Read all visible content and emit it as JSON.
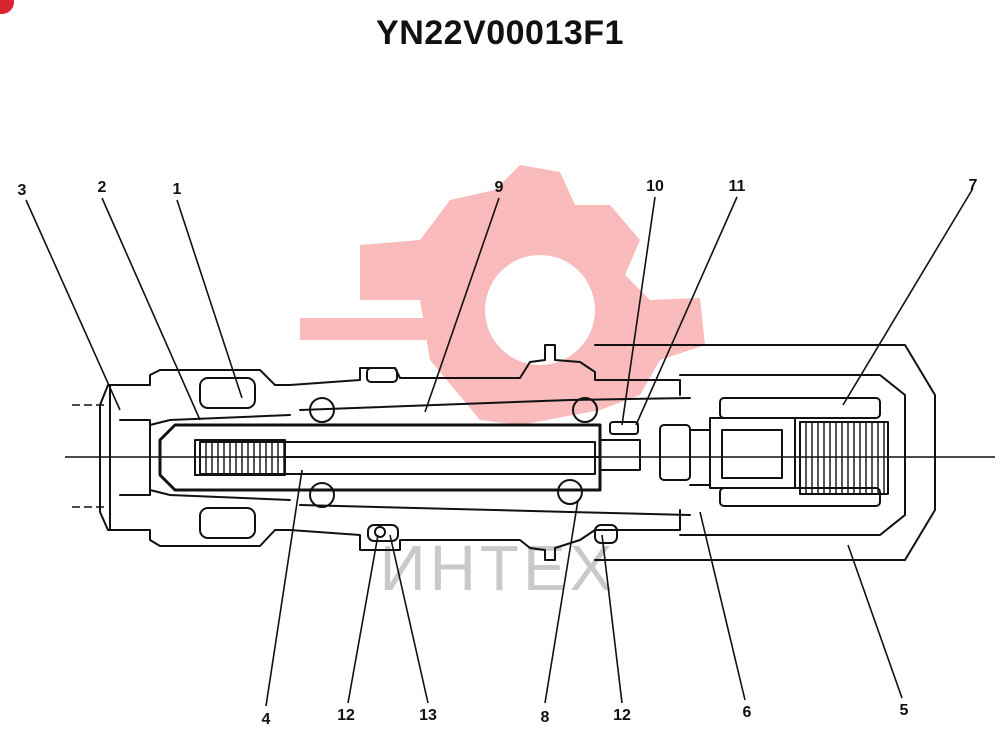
{
  "title": "YN22V00013F1",
  "watermark": {
    "text": "ИНТЕХ",
    "color": "#ef4b4b"
  },
  "accent_color": "#d8242f",
  "labels": {
    "l1": "1",
    "l2": "2",
    "l3": "3",
    "l4": "4",
    "l5": "5",
    "l6": "6",
    "l7": "7",
    "l8": "8",
    "l9": "9",
    "l10": "10",
    "l11": "11",
    "l12a": "12",
    "l12b": "12",
    "l13": "13"
  }
}
